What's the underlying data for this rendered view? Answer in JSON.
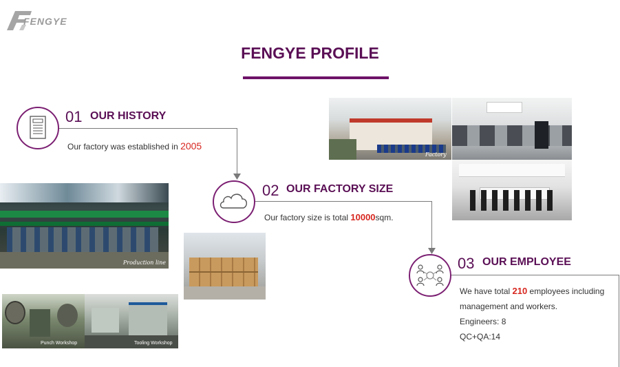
{
  "brand": {
    "logo_text": "FENGYE"
  },
  "page": {
    "title": "FENGYE PROFILE"
  },
  "sections": [
    {
      "number": "01",
      "title": "OUR HISTORY",
      "text_before": "Our factory was established in ",
      "highlight": "2005",
      "text_after": ""
    },
    {
      "number": "02",
      "title": "OUR FACTORY SIZE",
      "text_before": "Our factory size is total ",
      "highlight": "10000",
      "text_after": "sqm."
    },
    {
      "number": "03",
      "title": "OUR EMPLOYEE",
      "line1_before": "We have total ",
      "line1_highlight": "210",
      "line1_after": " employees including",
      "line2": "management and workers.",
      "line3": "Engineers: 8",
      "line4": "QC+QA:14"
    }
  ],
  "captions": {
    "production": "Production line",
    "punch": "Punch Workshop",
    "tooling": "Tooling Workshop",
    "factory": "Factory"
  },
  "colors": {
    "accent": "#5a0f55",
    "highlight": "#d7261f"
  }
}
